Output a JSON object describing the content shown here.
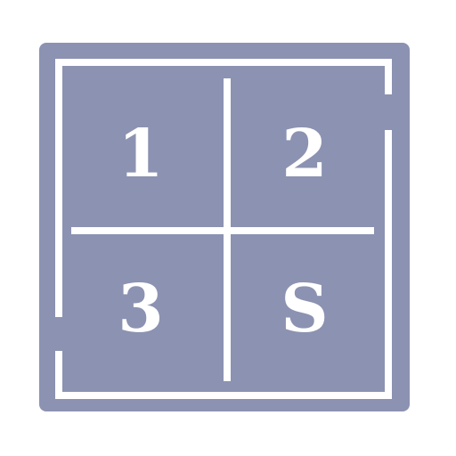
{
  "colors": {
    "tile": "#8c92b1",
    "frame": "#ffffff",
    "text": "#ffffff",
    "background": "#ffffff"
  },
  "icon": {
    "name": "quadrant-grid-icon",
    "cells": [
      "1",
      "2",
      "3",
      "S"
    ]
  }
}
